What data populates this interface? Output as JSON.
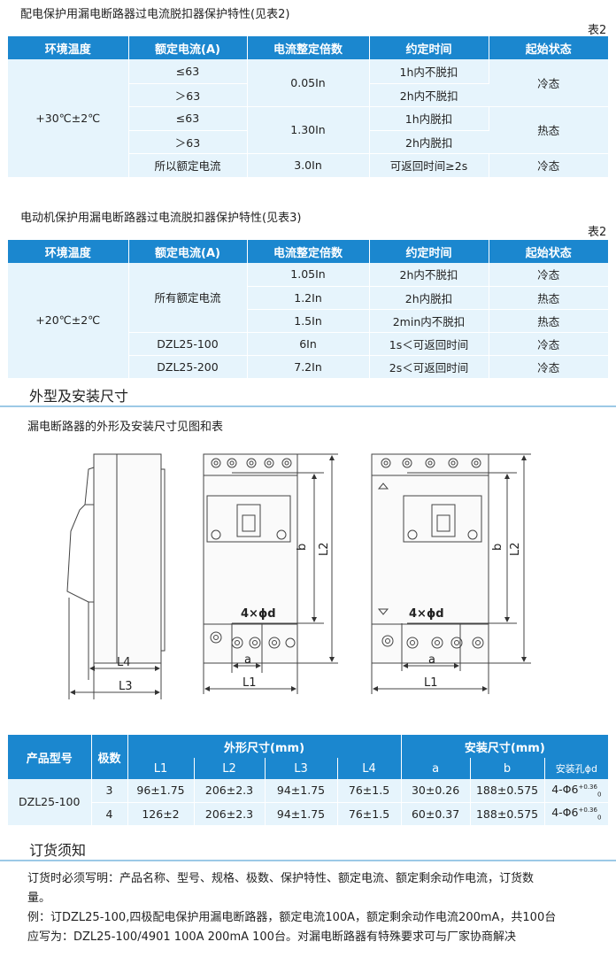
{
  "table1": {
    "title": "配电保护用漏电断路器过电流脱扣器保护特性(见表2)",
    "label": "表2",
    "headers": [
      "环境温度",
      "额定电流(A)",
      "电流整定倍数",
      "约定时间",
      "起始状态"
    ],
    "temp": "+30℃±2℃",
    "currents": [
      "≤63",
      "＞63",
      "≤63",
      "＞63",
      "所以额定电流"
    ],
    "multiples": [
      "0.05In",
      "1.30In",
      "3.0In"
    ],
    "times": [
      "1h内不脱扣",
      "2h内不脱扣",
      "1h内脱扣",
      "2h内脱扣",
      "可返回时间≥2s"
    ],
    "states": [
      "冷态",
      "热态",
      "冷态"
    ]
  },
  "table2": {
    "title": "电动机保护用漏电断路器过电流脱扣器保护特性(见表3)",
    "label": "表2",
    "headers": [
      "环境温度",
      "额定电流(A)",
      "电流整定倍数",
      "约定时间",
      "起始状态"
    ],
    "temp": "+20℃±2℃",
    "currents": [
      "所有额定电流",
      "DZL25-100",
      "DZL25-200"
    ],
    "multiples": [
      "1.05In",
      "1.2In",
      "1.5In",
      "6In",
      "7.2In"
    ],
    "times": [
      "2h内不脱扣",
      "2h内脱扣",
      "2min内不脱扣",
      "1s＜可返回时间",
      "2s＜可返回时间"
    ],
    "states": [
      "冷态",
      "热态",
      "热态",
      "冷态",
      "冷态"
    ]
  },
  "section_dims": {
    "heading": "外型及安装尺寸",
    "intro": "漏电断路器的外形及安装尺寸见图和表"
  },
  "drawing": {
    "L1": "L1",
    "L2": "L2",
    "L3": "L3",
    "L4": "L4",
    "a": "a",
    "b": "b",
    "hole": "4×ϕd"
  },
  "dims_table": {
    "h_model": "产品型号",
    "h_poles": "极数",
    "h_outline": "外形尺寸(mm)",
    "h_install": "安装尺寸(mm)",
    "sub": [
      "L1",
      "L2",
      "L3",
      "L4",
      "a",
      "b",
      "安装孔ϕd"
    ],
    "model": "DZL25-100",
    "rows": [
      {
        "poles": "3",
        "L1": "96±1.75",
        "L2": "206±2.3",
        "L3": "94±1.75",
        "L4": "76±1.5",
        "a": "30±0.26",
        "b": "188±0.575",
        "d": "4-Φ6",
        "d_tol": "+0.36",
        "d_tol2": "0"
      },
      {
        "poles": "4",
        "L1": "126±2",
        "L2": "206±2.3",
        "L3": "94±1.75",
        "L4": "76±1.5",
        "a": "60±0.37",
        "b": "188±0.575",
        "d": "4-Φ6",
        "d_tol": "+0.36",
        "d_tol2": "0"
      }
    ]
  },
  "ordering": {
    "heading": "订货须知",
    "line1": "订货时必须写明：产品名称、型号、规格、极数、保护特性、额定电流、额定剩余动作电流，订货数",
    "line2": "量。",
    "line3": "例：订DZL25-100,四极配电保护用漏电断路器，额定电流100A，额定剩余动作电流200mA，共100台",
    "line4": "应写为：DZL25-100/4901 100A 200mA 100台。对漏电断路器有特殊要求可与厂家协商解决"
  }
}
